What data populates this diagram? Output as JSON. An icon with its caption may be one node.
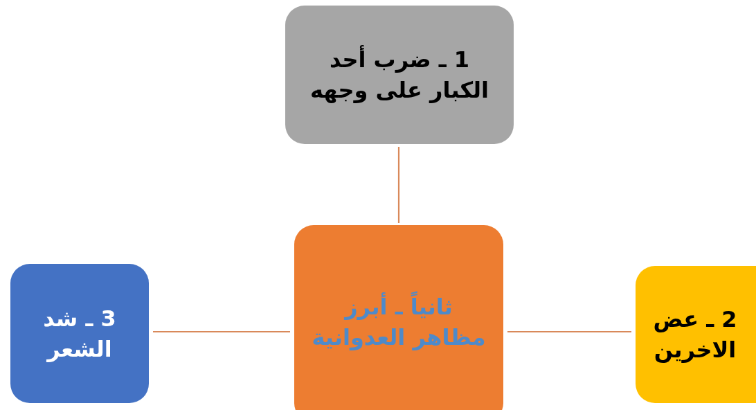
{
  "diagram": {
    "nodes": [
      {
        "text": [
          "1 ـ ضرب أحد الكبار على وجهه"
        ]
      },
      {
        "text": [
          "ثانياً ـ أبرز مظاهر العدوانية"
        ]
      },
      {
        "text": [
          "2 ـ عض الاخرين"
        ]
      },
      {
        "text": [
          "3 ـ شد الشعر"
        ]
      }
    ],
    "edges": [
      {
        "from": 1,
        "to": 0,
        "arrow": "none"
      },
      {
        "from": 1,
        "to": 2,
        "arrow": "none"
      },
      {
        "from": 1,
        "to": 3,
        "arrow": "none"
      }
    ]
  }
}
